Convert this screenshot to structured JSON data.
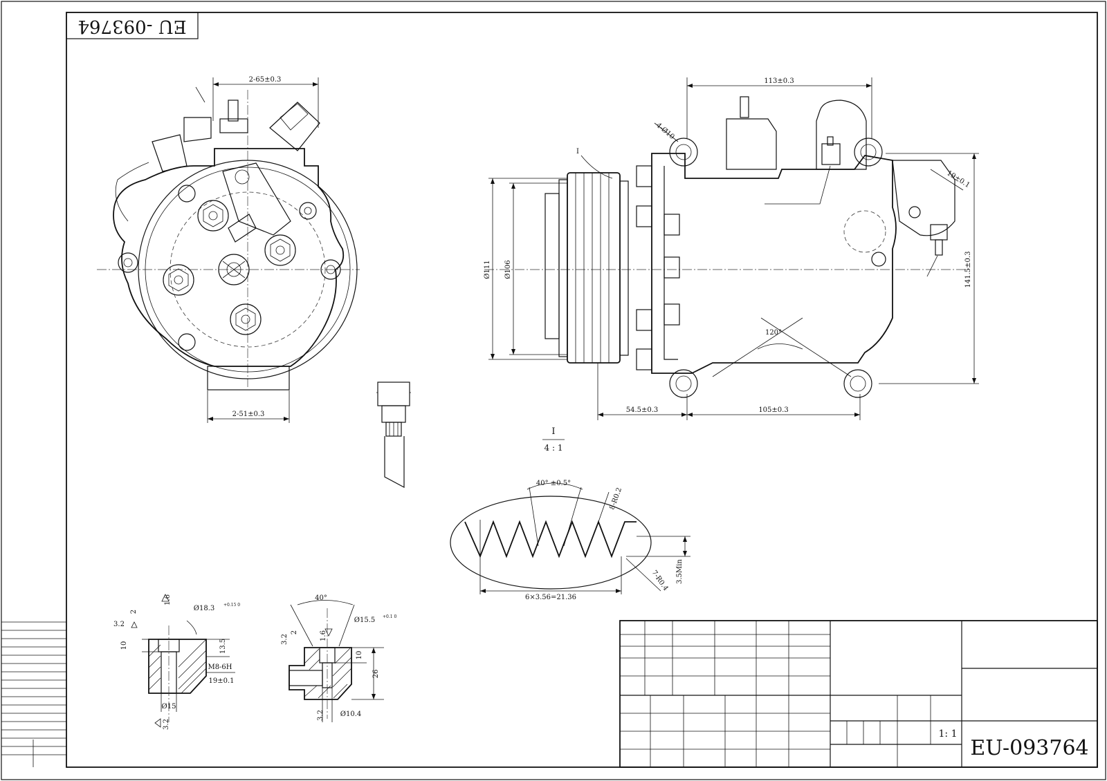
{
  "part_number_flipped": "EU -093764",
  "part_number": "EU-093764",
  "scale": "1: 1",
  "front_view": {
    "dim_top": "2-65±0.3",
    "dim_bottom": "2-51±0.3"
  },
  "side_view": {
    "dim_top": "113±0.3",
    "dim_bolt": "4-Ø10",
    "dim_fitting": "19±0.1",
    "dim_height": "141.5±0.3",
    "dim_pulley_outer": "Ø111",
    "dim_pulley_inner": "Ø106",
    "dim_left": "54.5±0.3",
    "dim_right": "105±0.3",
    "angle": "120°",
    "detail_marker": "I"
  },
  "detail": {
    "label": "I",
    "scale": "4 : 1",
    "angle": "40° ±0.5°",
    "radius_top": "8-R0.2",
    "radius_bottom": "7-R0.4",
    "depth": "3.5Min",
    "pitch": "6×3.56=21.36"
  },
  "port_left": {
    "dim_diameter": "Ø18.3",
    "dim_diameter_tol": "+0.15 0",
    "dim_top": "1.6",
    "dim_small": "2",
    "dim_chamfer": "3.2",
    "dim_10": "10",
    "dim_13_5": "13.5",
    "dim_thread": "M8-6H",
    "dim_19": "19±0.1",
    "dim_15": "Ø15",
    "dim_chamfer_bottom": "3.2"
  },
  "port_right": {
    "angle": "40°",
    "dim_diameter": "Ø15.5",
    "dim_diameter_tol": "+0.1 0",
    "dim_chamfer": "3.2",
    "dim_1_6": "1.6",
    "dim_2": "2",
    "dim_10": "10",
    "dim_26": "26",
    "dim_10_4": "Ø10.4",
    "dim_chamfer_bottom": "3.2"
  }
}
